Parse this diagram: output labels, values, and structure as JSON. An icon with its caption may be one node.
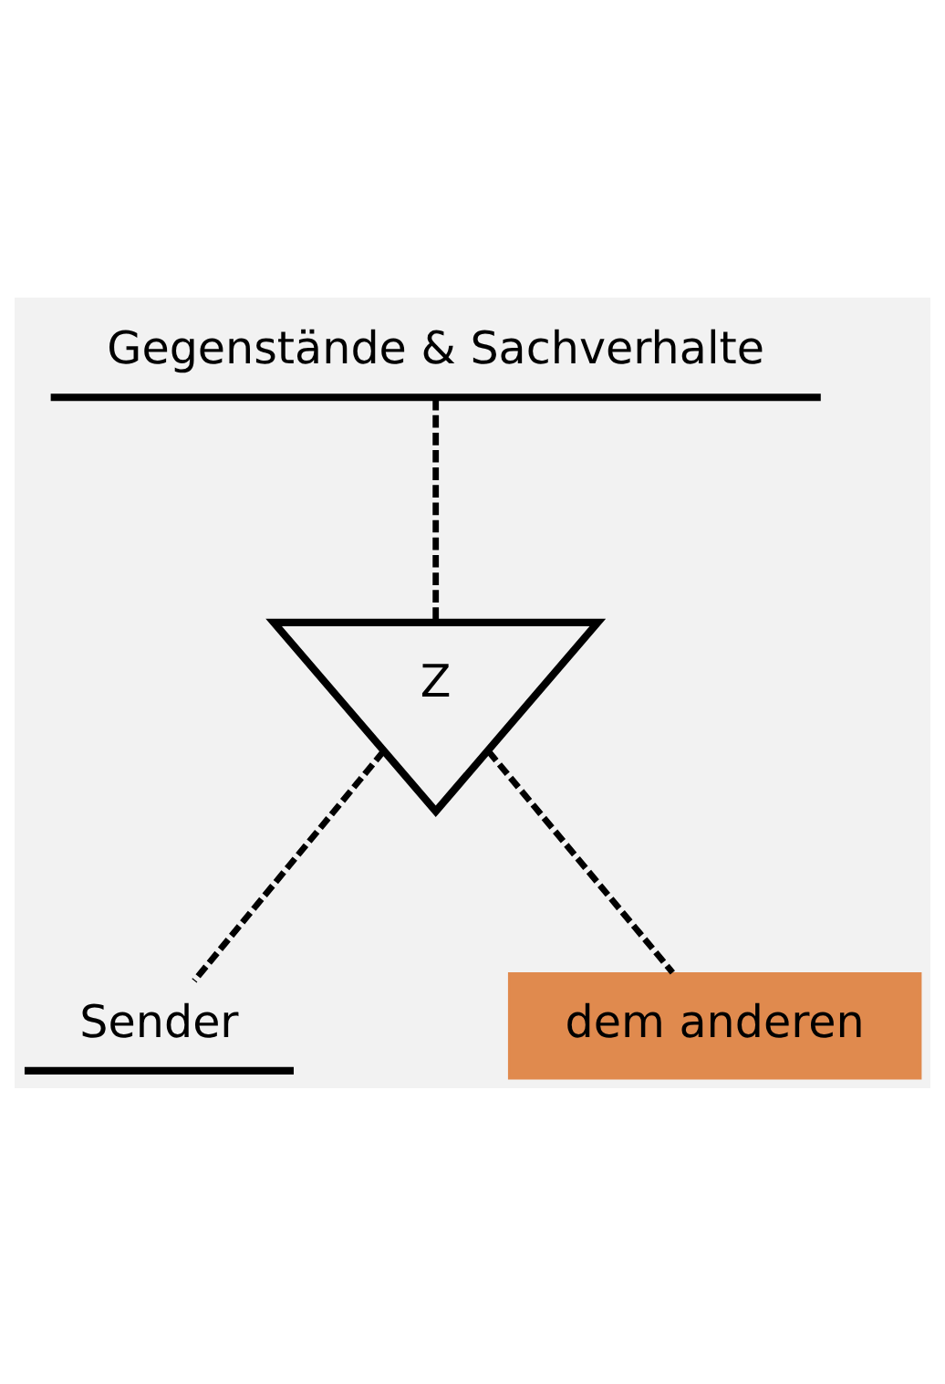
{
  "diagram": {
    "nodes": [
      {
        "text": [
          "Gegenstände & Sachverhalte"
        ]
      },
      {
        "text": [
          "Z"
        ]
      },
      {
        "text": [
          "Sender"
        ]
      },
      {
        "text": [
          "dem anderen"
        ]
      }
    ],
    "edges": [
      {
        "from": 0,
        "to": 1,
        "arrow": "none",
        "style": "dashed"
      },
      {
        "from": 1,
        "to": 2,
        "arrow": "none",
        "style": "dashed"
      },
      {
        "from": 1,
        "to": 3,
        "arrow": "none",
        "style": "dashed"
      }
    ]
  }
}
